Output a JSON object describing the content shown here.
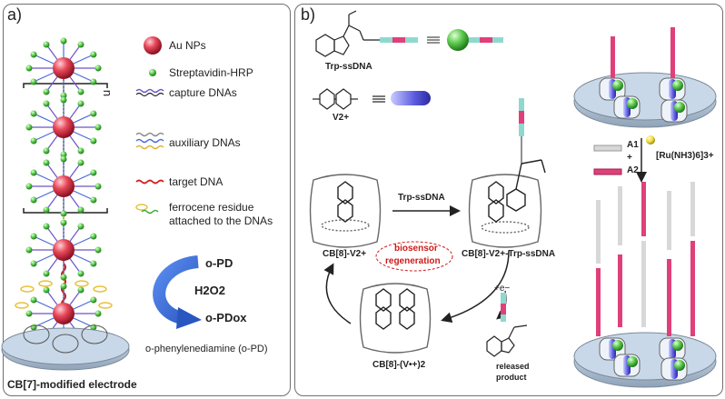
{
  "panel_a": {
    "label": "a)",
    "legend": {
      "au": "Au NPs",
      "strep": "Streptavidin-HRP",
      "capture": "capture DNAs",
      "auxiliary": "auxiliary DNAs",
      "target": "target DNA",
      "ferrocene_line1": "ferrocene residue",
      "ferrocene_line2": "attached to the DNAs"
    },
    "repeat_n": "n",
    "reaction": {
      "opd": "o-PD",
      "h2o2": "H2O2",
      "opdox": "o-PDox",
      "caption": "o-phenylenediamine (o-PD)"
    },
    "electrode": "CB[7]-modified electrode"
  },
  "panel_b": {
    "label": "b)",
    "trp_label": "Trp-ssDNA",
    "v_label": "V2+",
    "arrow_label": "Trp-ssDNA",
    "cb_v": "CB[8]-V2+",
    "cb_v_trp": "CB[8]-V2+-Trp-ssDNA",
    "regeneration_line1": "biosensor",
    "regeneration_line2": "regeneration",
    "cb_v2": "CB[8]-(V•+)2",
    "e_minus": "+e−",
    "released_line1": "released",
    "released_line2": "product",
    "a1": "A1",
    "plus": "+",
    "a2": "A2",
    "ru": "[Ru(NH3)6]3+"
  },
  "colors": {
    "au": "#e04152",
    "strep": "#5ecb4e",
    "capture": "#6a55c9",
    "auxiliary": "#4a6ad8",
    "auxiliary2": "#e0b030",
    "target": "#d02020",
    "ferro_green": "#3aa83a",
    "ferro_gold": "#e9c23a",
    "arrow_blue": "#3a6fd8",
    "regen_red": "#d01818",
    "pink": "#e0407a",
    "cyan": "#8fd8d0"
  }
}
